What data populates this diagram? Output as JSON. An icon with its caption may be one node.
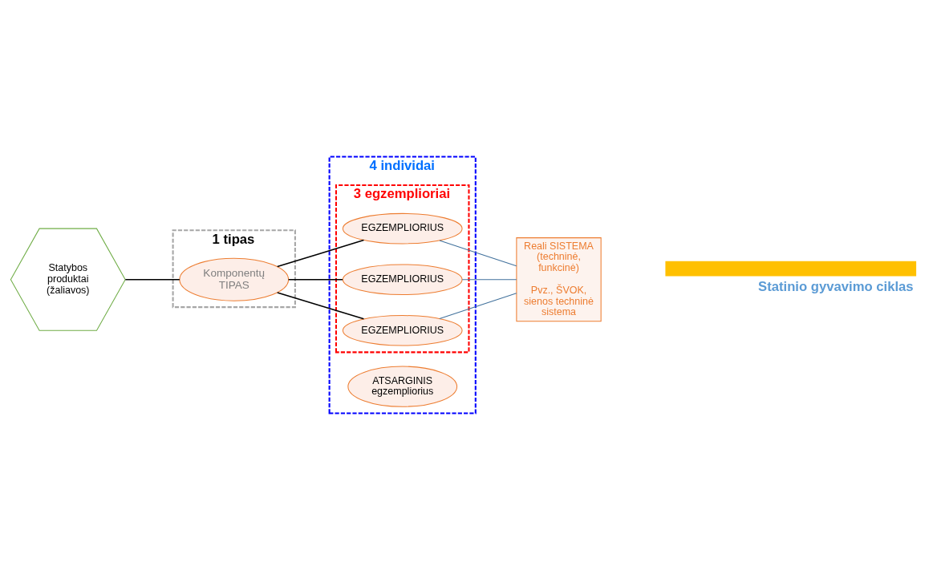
{
  "diagram": {
    "nodes": [
      {
        "text": [
          "Statybos produktai (žaliavos)"
        ]
      },
      {
        "text": [
          "1 tipas"
        ]
      },
      {
        "text": [
          "Komponentų TIPAS"
        ],
        "in": 1
      },
      {
        "text": [
          "4 individai"
        ]
      },
      {
        "text": [
          "3 egzemplioriai"
        ],
        "in": 3
      },
      {
        "text": [
          "EGZEMPLIORIUS"
        ],
        "in": 4
      },
      {
        "text": [
          "EGZEMPLIORIUS"
        ],
        "in": 4
      },
      {
        "text": [
          "EGZEMPLIORIUS"
        ],
        "in": 4
      },
      {
        "text": [
          "ATSARGINIS egzempliorius"
        ],
        "in": 3
      },
      {
        "text": [
          "Reali SISTEMA (techninė, funkcinė)",
          "Pvz., ŠVOK, sienos techninė sistema"
        ]
      }
    ],
    "edges": [
      {
        "from": 0,
        "to": 2,
        "arrow": "none"
      },
      {
        "from": 2,
        "to": 5,
        "arrow": "none"
      },
      {
        "from": 2,
        "to": 6,
        "arrow": "none"
      },
      {
        "from": 2,
        "to": 7,
        "arrow": "none"
      },
      {
        "from": 5,
        "to": 9,
        "arrow": "none",
        "color": "#41719c"
      },
      {
        "from": 6,
        "to": 9,
        "arrow": "none",
        "color": "#41719c"
      },
      {
        "from": 7,
        "to": 9,
        "arrow": "none",
        "color": "#41719c"
      }
    ],
    "labels": [
      "Statinio gyvavimo ciklas"
    ]
  }
}
